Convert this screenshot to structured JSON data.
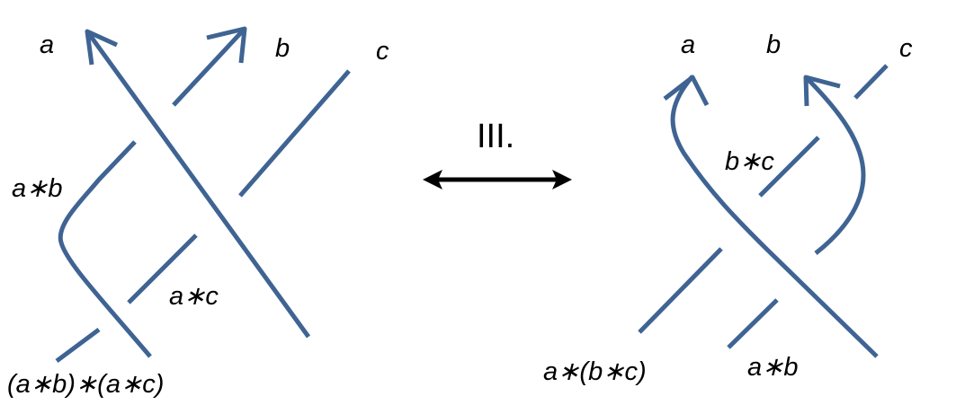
{
  "diagram": {
    "title": "Reidemeister move III with quandle labels",
    "stroke_color": "#3f6493",
    "move_label": "III.",
    "left": {
      "labels": {
        "a": "a",
        "b": "b",
        "c": "c",
        "a_star_b": "a∗b",
        "a_star_c": "a∗c",
        "bottom": "(a∗b)∗(a∗c)"
      }
    },
    "right": {
      "labels": {
        "a": "a",
        "b": "b",
        "c": "c",
        "b_star_c": "b∗c",
        "a_star_b": "a∗b",
        "bottom": "a∗(b∗c)"
      }
    }
  }
}
